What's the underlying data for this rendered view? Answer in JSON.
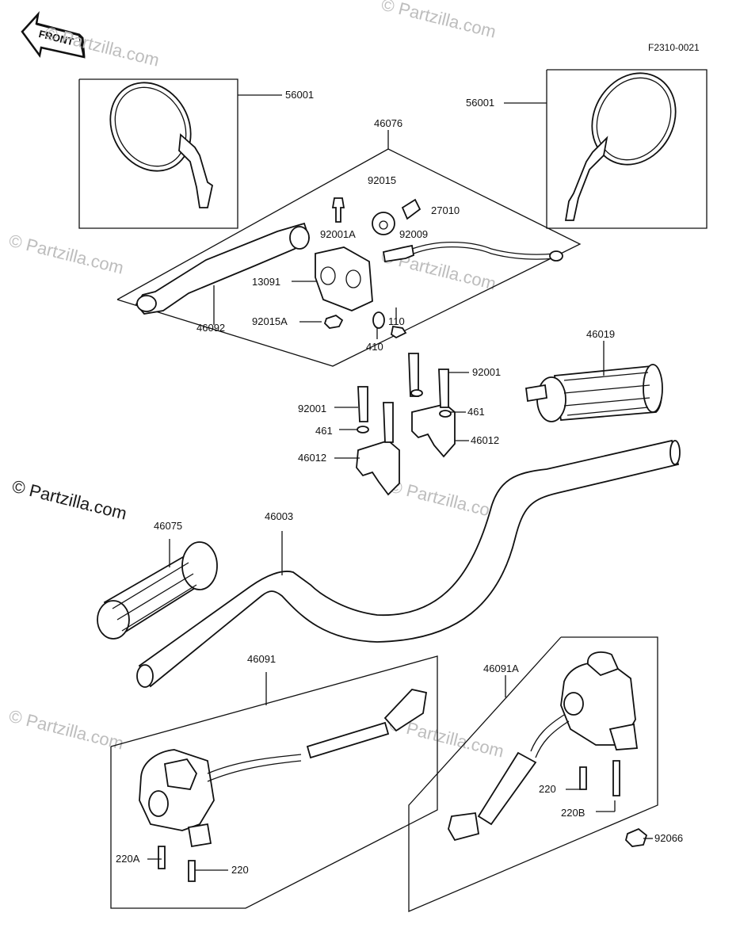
{
  "figure_code": "F2310-0021",
  "front_badge": "FRONT",
  "watermark_main": "© Partzilla.com",
  "watermark_faint": "© Partzilla.com",
  "labels": {
    "mirror_left": "56001",
    "mirror_right": "56001",
    "lever_assy": "46076",
    "p92015_top": "92015",
    "p27010": "27010",
    "p92001A": "92001A",
    "p92009": "92009",
    "p13091": "13091",
    "p110": "110",
    "p46092": "46092",
    "p92015A": "92015A",
    "p410": "410",
    "grip_right": "46019",
    "p92001_r": "92001",
    "p92001_l": "92001",
    "p461_r": "461",
    "p461_l": "461",
    "p46012_r": "46012",
    "p46012_l": "46012",
    "grip_left": "46075",
    "handlebar": "46003",
    "switch_left": "46091",
    "switch_right": "46091A",
    "p220_r": "220",
    "p220B": "220B",
    "p92066": "92066",
    "p220A": "220A",
    "p220_l": "220"
  }
}
